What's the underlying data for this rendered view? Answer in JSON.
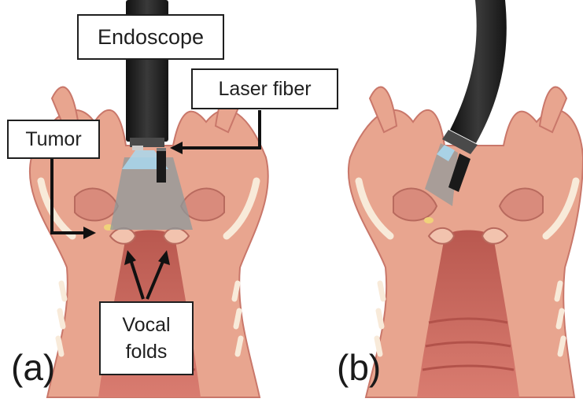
{
  "labels": {
    "endoscope": "Endoscope",
    "laser_fiber": "Laser fiber",
    "tumor": "Tumor",
    "vocal_folds_line1": "Vocal",
    "vocal_folds_line2": "folds"
  },
  "panels": {
    "a": "(a)",
    "b": "(b)"
  },
  "colors": {
    "tissue": "#e8a58f",
    "tissue_light": "#f2c3ae",
    "tissue_dark": "#c9776a",
    "airway": "#c9675f",
    "cartilage": "#f8ead9",
    "scope": "#2a2a2a",
    "beam": "#a9d8ee",
    "tumor": "#f0d27a"
  },
  "icons": [
    "endoscope-icon",
    "laser-fiber-icon"
  ]
}
